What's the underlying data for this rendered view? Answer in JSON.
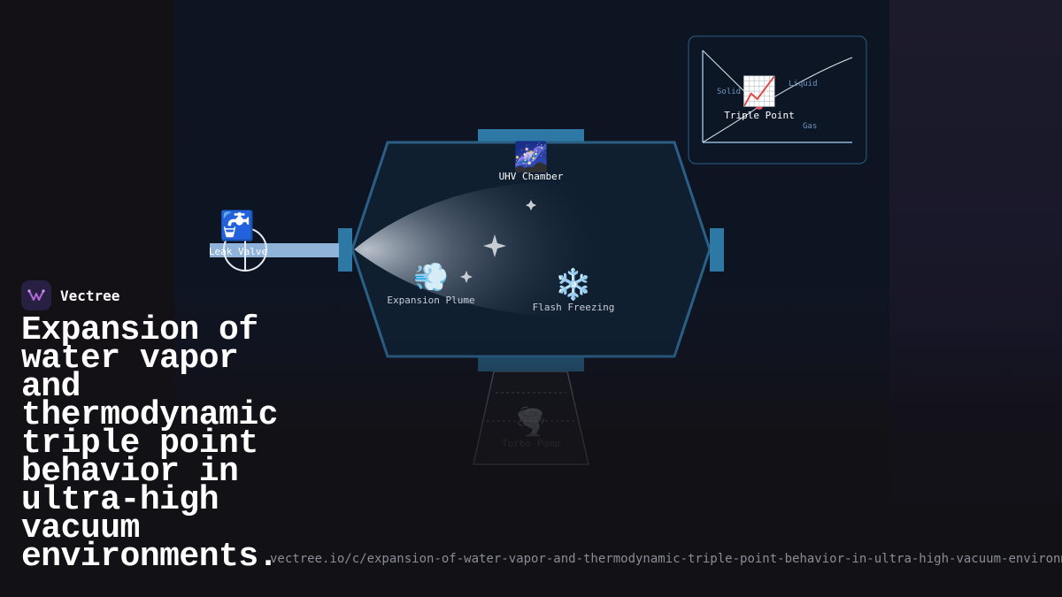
{
  "brand": {
    "name": "Vectree",
    "logo_color": "#272043",
    "logo_accent": "#b06ad8"
  },
  "headline": "Expansion of water vapor and thermodynamic triple point behavior in ultra-high vacuum environments.",
  "url": "vectree.io/c/expansion-of-water-vapor-and-thermodynamic-triple-point-behavior-in-ultra-high-vacuum-environments",
  "diagram": {
    "chamber": {
      "label": "UHV Chamber",
      "icon": "milky-way-icon"
    },
    "leak_valve": {
      "label": "Leak Valve",
      "icon": "water-faucet-icon"
    },
    "plume": {
      "label": "Expansion Plume",
      "icon": "dashing-away-icon"
    },
    "freezing": {
      "label": "Flash Freezing",
      "icon": "snowflake-icon"
    },
    "pump": {
      "label": "Turbo Pump",
      "icon": "tornado-icon"
    },
    "phase_diagram": {
      "title": "Triple Point",
      "icon": "chart-increasing-icon",
      "regions": {
        "solid": "Solid",
        "liquid": "Liquid",
        "gas": "Gas"
      }
    }
  },
  "colors": {
    "accent": "#2e78a6",
    "pipe": "#8fb3d9",
    "chamber_stroke": "#2a5f86"
  }
}
